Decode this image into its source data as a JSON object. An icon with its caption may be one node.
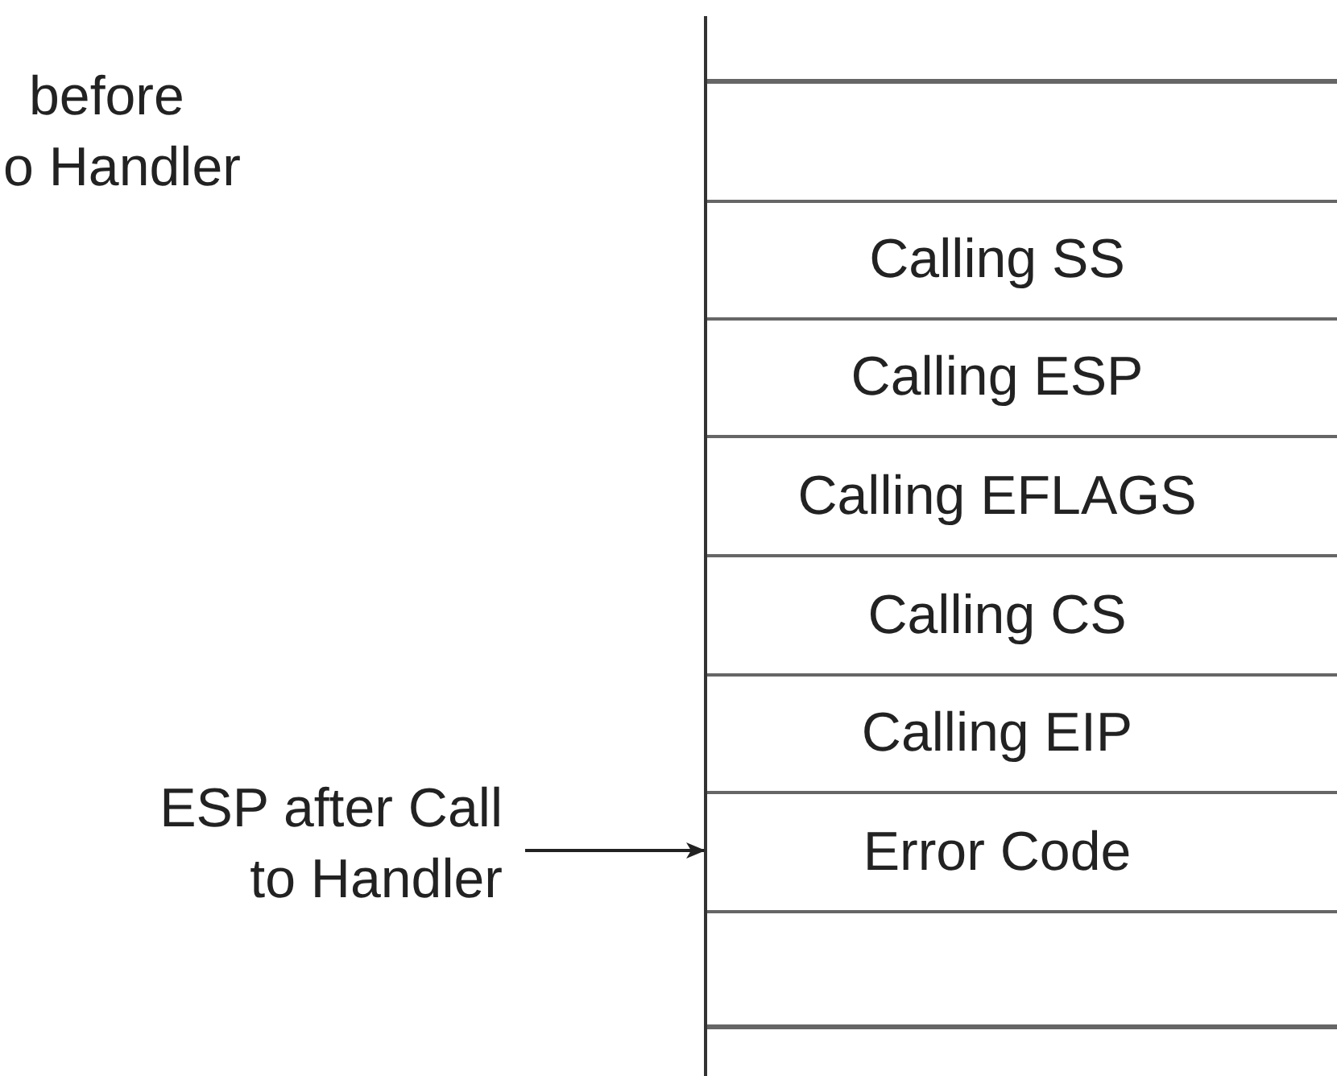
{
  "diagram": {
    "nodes": [
      {
        "text": [],
        "shape": "box"
      },
      {
        "text": [
          "Calling SS"
        ]
      },
      {
        "text": [
          "Calling ESP"
        ]
      },
      {
        "text": [
          "Calling EFLAGS"
        ]
      },
      {
        "text": [
          "Calling CS"
        ]
      },
      {
        "text": [
          "Calling EIP"
        ]
      },
      {
        "text": [
          "Error Code"
        ]
      },
      {
        "text": [],
        "shape": "box"
      },
      {
        "text": [
          "ESP after Call to Handler"
        ]
      }
    ],
    "edges": [
      {
        "from": 8,
        "to": 6,
        "arrow": "to"
      }
    ],
    "labels": [
      "before",
      "o Handler"
    ]
  }
}
